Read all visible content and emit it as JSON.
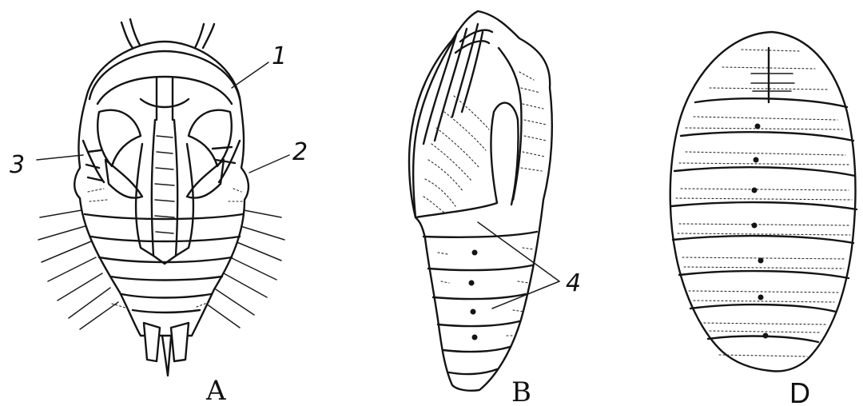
{
  "figure": {
    "panels": [
      {
        "id": "A",
        "label": "A"
      },
      {
        "id": "B",
        "label": "B"
      },
      {
        "id": "D",
        "label": "D"
      }
    ],
    "callouts": [
      {
        "id": "1",
        "text": "1"
      },
      {
        "id": "2",
        "text": "2"
      },
      {
        "id": "3",
        "text": "3"
      },
      {
        "id": "4",
        "text": "4"
      }
    ]
  }
}
